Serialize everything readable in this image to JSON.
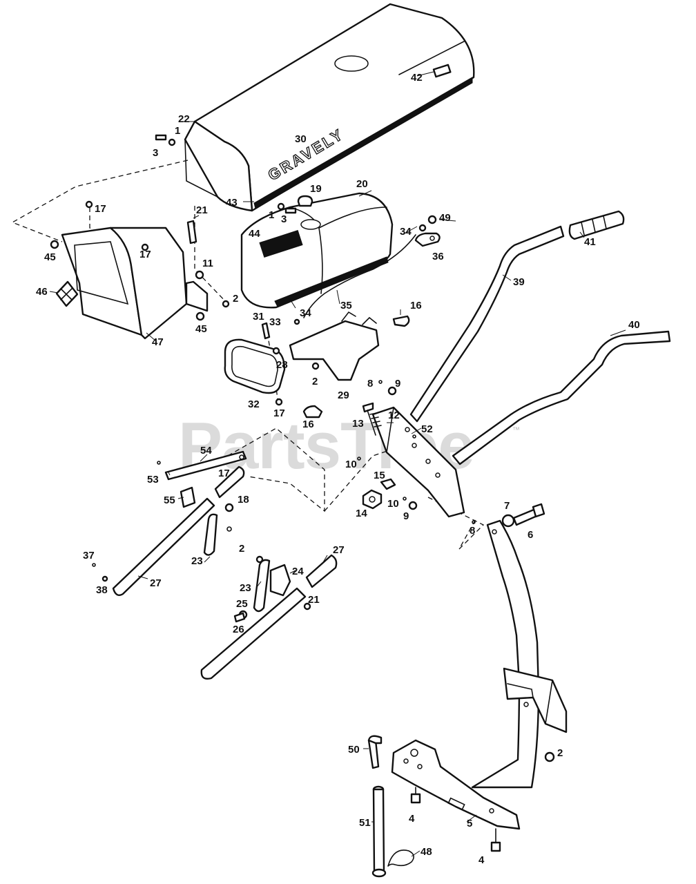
{
  "watermark": {
    "text": "PartsTree",
    "trademark": "™"
  },
  "brand": {
    "text": "GRAVELY"
  },
  "callouts": [
    {
      "id": "c1a",
      "text": "1"
    },
    {
      "id": "c3a",
      "text": "3"
    },
    {
      "id": "c22",
      "text": "22"
    },
    {
      "id": "c30",
      "text": "30"
    },
    {
      "id": "c42",
      "text": "42"
    },
    {
      "id": "c17a",
      "text": "17"
    },
    {
      "id": "c43",
      "text": "43"
    },
    {
      "id": "c1b",
      "text": "1"
    },
    {
      "id": "c3b",
      "text": "3"
    },
    {
      "id": "c19",
      "text": "19"
    },
    {
      "id": "c20",
      "text": "20"
    },
    {
      "id": "c21a",
      "text": "21"
    },
    {
      "id": "c34a",
      "text": "34"
    },
    {
      "id": "c49",
      "text": "49"
    },
    {
      "id": "c44",
      "text": "44"
    },
    {
      "id": "c45a",
      "text": "45"
    },
    {
      "id": "c17b",
      "text": "17"
    },
    {
      "id": "c11",
      "text": "11"
    },
    {
      "id": "c36",
      "text": "36"
    },
    {
      "id": "c41",
      "text": "41"
    },
    {
      "id": "c46",
      "text": "46"
    },
    {
      "id": "c2a",
      "text": "2"
    },
    {
      "id": "c39",
      "text": "39"
    },
    {
      "id": "c35",
      "text": "35"
    },
    {
      "id": "c16a",
      "text": "16"
    },
    {
      "id": "c45b",
      "text": "45"
    },
    {
      "id": "c31",
      "text": "31"
    },
    {
      "id": "c33",
      "text": "33"
    },
    {
      "id": "c34b",
      "text": "34"
    },
    {
      "id": "c47",
      "text": "47"
    },
    {
      "id": "c40",
      "text": "40"
    },
    {
      "id": "c28",
      "text": "28"
    },
    {
      "id": "c2b",
      "text": "2"
    },
    {
      "id": "c8a",
      "text": "8"
    },
    {
      "id": "c9a",
      "text": "9"
    },
    {
      "id": "c29",
      "text": "29"
    },
    {
      "id": "c32",
      "text": "32"
    },
    {
      "id": "c17c",
      "text": "17"
    },
    {
      "id": "c13",
      "text": "13"
    },
    {
      "id": "c12",
      "text": "12"
    },
    {
      "id": "c16b",
      "text": "16"
    },
    {
      "id": "c52",
      "text": "52"
    },
    {
      "id": "c54",
      "text": "54"
    },
    {
      "id": "c10a",
      "text": "10"
    },
    {
      "id": "c53",
      "text": "53"
    },
    {
      "id": "c17d",
      "text": "17"
    },
    {
      "id": "c15",
      "text": "15"
    },
    {
      "id": "c55",
      "text": "55"
    },
    {
      "id": "c18",
      "text": "18"
    },
    {
      "id": "c14",
      "text": "14"
    },
    {
      "id": "c10b",
      "text": "10"
    },
    {
      "id": "c9b",
      "text": "9"
    },
    {
      "id": "c7",
      "text": "7"
    },
    {
      "id": "c6",
      "text": "6"
    },
    {
      "id": "c8b",
      "text": "8"
    },
    {
      "id": "c2c",
      "text": "2"
    },
    {
      "id": "c27a",
      "text": "27"
    },
    {
      "id": "c37",
      "text": "37"
    },
    {
      "id": "c23a",
      "text": "23"
    },
    {
      "id": "c24",
      "text": "24"
    },
    {
      "id": "c38",
      "text": "38"
    },
    {
      "id": "c27b",
      "text": "27"
    },
    {
      "id": "c23b",
      "text": "23"
    },
    {
      "id": "c21b",
      "text": "21"
    },
    {
      "id": "c25",
      "text": "25"
    },
    {
      "id": "c26",
      "text": "26"
    },
    {
      "id": "c50",
      "text": "50"
    },
    {
      "id": "c2d",
      "text": "2"
    },
    {
      "id": "c51",
      "text": "51"
    },
    {
      "id": "c4a",
      "text": "4"
    },
    {
      "id": "c5",
      "text": "5"
    },
    {
      "id": "c48",
      "text": "48"
    },
    {
      "id": "c4b",
      "text": "4"
    }
  ]
}
